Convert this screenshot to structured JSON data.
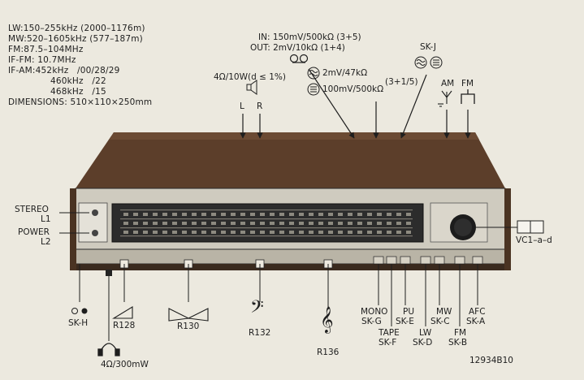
{
  "specs": {
    "lw": "LW:150–255kHz (2000–1176m)",
    "mw": "MW:520–1605kHz (577–187m)",
    "fm": "FM:87.5–104MHz",
    "if_fm": "IF-FM: 10.7MHz",
    "if_am": "IF-AM:452kHz   /00/28/29",
    "if_am_460": "460kHz   /22",
    "if_am_468": "468kHz   /15",
    "dimensions": "DIMENSIONS: 510×110×250mm"
  },
  "inputs": {
    "in": "IN: 150mV/500kΩ (3+5)",
    "out": "OUT: 2mV/10kΩ (1+4)",
    "mic_spec": "2mV/47kΩ",
    "line_spec": "100mV/500kΩ",
    "pin_ref": "(3+1/5)",
    "sk_j": "SK-J"
  },
  "speaker": {
    "spec": "4Ω/10W(d ≤ 1%)",
    "left": "L",
    "right": "R"
  },
  "antenna": {
    "am": "AM",
    "fm": "FM"
  },
  "front_left": {
    "stereo": "STEREO",
    "l1": "L1",
    "power": "POWER",
    "l2": "L2"
  },
  "tuning": {
    "label": "VC1–a–d"
  },
  "bottom": {
    "sk_h": "SK-H",
    "r128": "R128",
    "r130": "R130",
    "r132": "R132",
    "r136": "R136",
    "headphone": "4Ω/300mW",
    "mono": "MONO",
    "sk_g": "SK-G",
    "tape": "TAPE",
    "sk_f": "SK-F",
    "pu": "PU",
    "sk_e": "SK-E",
    "lw": "LW",
    "sk_d": "SK-D",
    "mw": "MW",
    "sk_c": "SK-C",
    "fm": "FM",
    "sk_b": "SK-B",
    "afc": "AFC",
    "sk_a": "SK-A"
  },
  "figure_number": "12934B10"
}
